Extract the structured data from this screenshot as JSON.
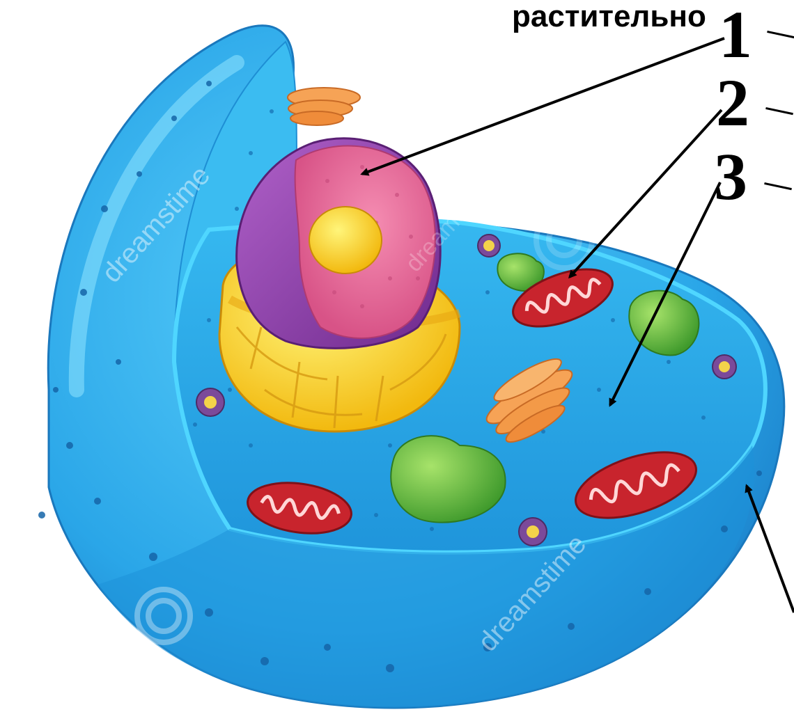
{
  "diagram": {
    "heading_fragment": "растительно",
    "labels": [
      {
        "number": "1",
        "target": "nucleus"
      },
      {
        "number": "2",
        "target": "mitochondrion"
      },
      {
        "number": "3",
        "target": "cytoplasm"
      }
    ],
    "watermarks": [
      "dreamstime",
      "dreamstime",
      "dreamstime"
    ],
    "colors": {
      "cell_body": "#2fa8e6",
      "cytoplasm": "#4cc3f2",
      "nucleus_outer": "#8b3aa6",
      "nucleus_inner": "#e46a9a",
      "nucleolus": "#ffd21a",
      "er": "#f2c21e",
      "mitochondrion": "#c8242d",
      "chloroplast_like": "#55b83a",
      "golgi": "#f08a3c",
      "lysosome": "#7b4a9a"
    }
  }
}
